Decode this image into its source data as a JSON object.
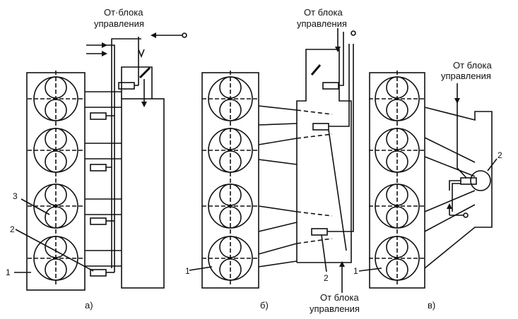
{
  "panels": [
    {
      "caption": "а)",
      "source_label_line1": "От·блока",
      "source_label_line2": "управления",
      "callouts": [
        "3",
        "2",
        "1"
      ]
    },
    {
      "caption": "б)",
      "source_label_line1": "От блока",
      "source_label_line2": "управления",
      "bottom_label_line1": "От блока",
      "bottom_label_line2": "управления",
      "callouts": [
        "1",
        "2"
      ]
    },
    {
      "caption": "в)",
      "source_label_line1": "От блока",
      "source_label_line2": "управления",
      "callouts": [
        "2",
        "1"
      ]
    }
  ]
}
